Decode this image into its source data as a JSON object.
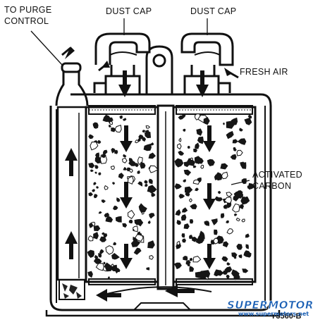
{
  "labels": {
    "to_purge_control_line1": "TO PURGE",
    "to_purge_control_line2": "CONTROL",
    "dust_cap_left": "DUST CAP",
    "dust_cap_right": "DUST CAP",
    "fresh_air": "FRESH AIR",
    "activated_carbon_line1": "ACTIVATED",
    "activated_carbon_line2": "CARBON",
    "part_number": "Y3560-B"
  },
  "watermark": {
    "brand": "SUPERMOTORS",
    "url": "www.supermotors.net",
    "color": "#1a5fb4"
  }
}
